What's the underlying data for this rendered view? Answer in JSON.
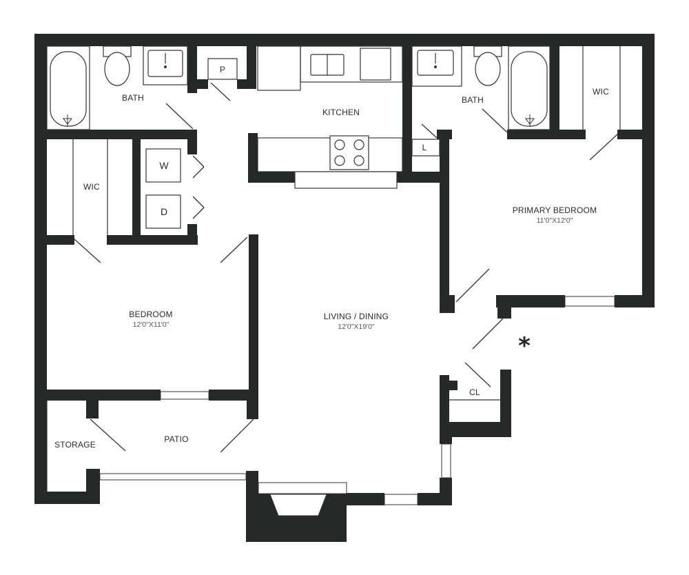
{
  "rooms": {
    "bath_left": "BATH",
    "kitchen": "KITCHEN",
    "bath_right": "BATH",
    "wic_right": "WIC",
    "wic_left": "WIC",
    "primary_bedroom": "PRIMARY BEDROOM",
    "primary_bedroom_dim": "11'0\"X12'0\"",
    "bedroom": "BEDROOM",
    "bedroom_dim": "12'0\"X11'0\"",
    "living_dining": "LIVING / DINING",
    "living_dining_dim": "12'0\"X19'0\"",
    "storage": "STORAGE",
    "patio": "PATIO",
    "closet": "CL",
    "linen": "L",
    "pantry": "P"
  },
  "appliances": {
    "washer": "W",
    "dryer": "D"
  },
  "markers": {
    "entry_marker": "*"
  },
  "colors": {
    "wall": "#252a28",
    "line": "#333333",
    "background": "#ffffff"
  }
}
